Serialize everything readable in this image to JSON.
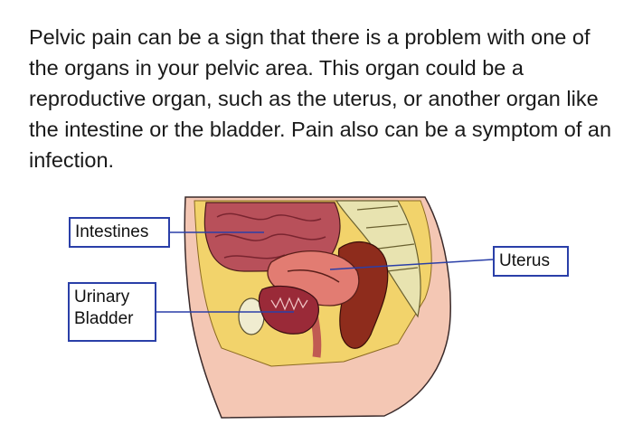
{
  "intro_text": "Pelvic pain can be a sign that there is a problem with one of the organs in your pelvic area. This organ could be a reproductive organ, such as the uterus, or another organ like the intestine or the bladder. Pain also can be a symptom of an infection.",
  "labels": {
    "intestines": "Intestines",
    "uterus": "Uterus",
    "bladder_line1": "Urinary",
    "bladder_line2": "Bladder"
  },
  "colors": {
    "callout_border": "#2a3fa8",
    "skin": "#f4c7b4",
    "intestine": "#b8505a",
    "uterus": "#e27c72",
    "rectum": "#8e2c1c",
    "spine": "#e8e3b0"
  }
}
